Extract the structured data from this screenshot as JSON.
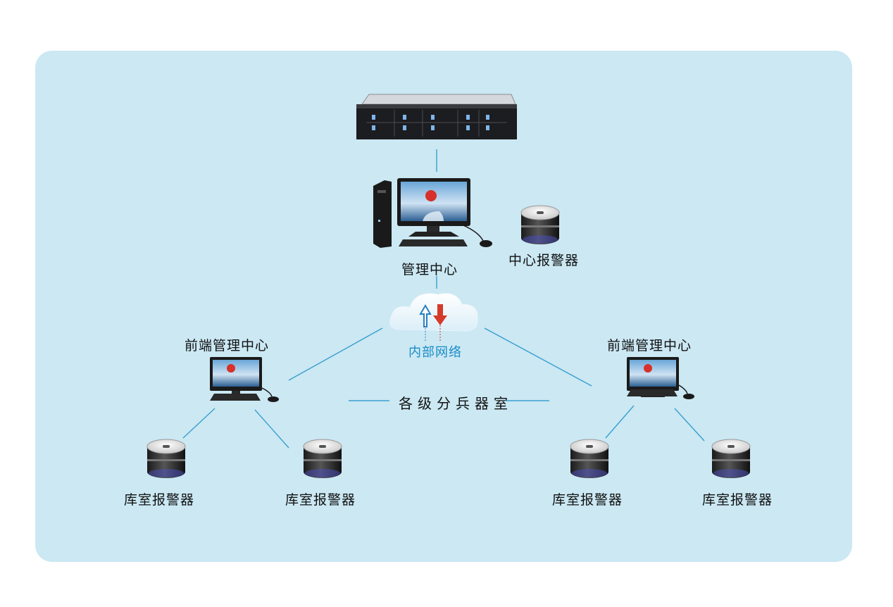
{
  "labels": {
    "management_center": "管理中心",
    "center_alarm": "中心报警器",
    "internal_network": "内部网络",
    "frontend_left": "前端管理中心",
    "frontend_right": "前端管理中心",
    "armory_levels": "各级分兵器室",
    "warehouse_alarm_1": "库室报警器",
    "warehouse_alarm_2": "库室报警器",
    "warehouse_alarm_3": "库室报警器",
    "warehouse_alarm_4": "库室报警器"
  },
  "colors": {
    "panel_bg": "#cbe8f3",
    "link_line": "#3a9fcf",
    "arrow_up": "#2a7fc0",
    "arrow_down": "#d63a2a",
    "network_text": "#1a8cc8"
  },
  "icons": [
    "server-rack-icon",
    "desktop-computer-icon",
    "alarm-device-icon",
    "cloud-network-icon"
  ]
}
